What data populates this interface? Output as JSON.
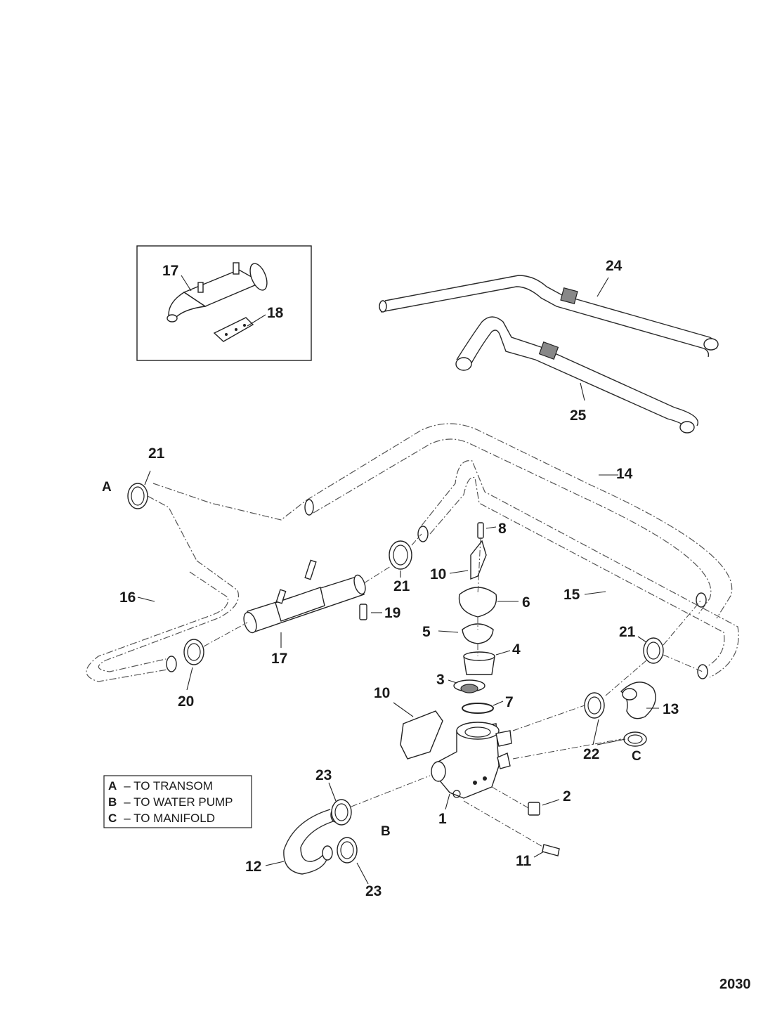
{
  "callouts": [
    {
      "id": "c17a",
      "text": "17"
    },
    {
      "id": "c18",
      "text": "18"
    },
    {
      "id": "c24",
      "text": "24"
    },
    {
      "id": "c25",
      "text": "25"
    },
    {
      "id": "c21a",
      "text": "21"
    },
    {
      "id": "c14",
      "text": "14"
    },
    {
      "id": "c8",
      "text": "8"
    },
    {
      "id": "c21b",
      "text": "21"
    },
    {
      "id": "c10a",
      "text": "10"
    },
    {
      "id": "c16",
      "text": "16"
    },
    {
      "id": "c15",
      "text": "15"
    },
    {
      "id": "c6",
      "text": "6"
    },
    {
      "id": "c19",
      "text": "19"
    },
    {
      "id": "c5",
      "text": "5"
    },
    {
      "id": "c21c",
      "text": "21"
    },
    {
      "id": "c17b",
      "text": "17"
    },
    {
      "id": "c4",
      "text": "4"
    },
    {
      "id": "c20",
      "text": "20"
    },
    {
      "id": "c3",
      "text": "3"
    },
    {
      "id": "c10b",
      "text": "10"
    },
    {
      "id": "c7",
      "text": "7"
    },
    {
      "id": "c13",
      "text": "13"
    },
    {
      "id": "c22",
      "text": "22"
    },
    {
      "id": "c23a",
      "text": "23"
    },
    {
      "id": "c2",
      "text": "2"
    },
    {
      "id": "c1",
      "text": "1"
    },
    {
      "id": "c12",
      "text": "12"
    },
    {
      "id": "c11",
      "text": "11"
    },
    {
      "id": "c23b",
      "text": "23"
    }
  ],
  "letters": {
    "a": "A",
    "b": "B",
    "c": "C"
  },
  "legend": [
    {
      "key": "A",
      "text": "– TO TRANSOM"
    },
    {
      "key": "B",
      "text": "– TO WATER PUMP"
    },
    {
      "key": "C",
      "text": "– TO MANIFOLD"
    }
  ],
  "page_number": "2030"
}
